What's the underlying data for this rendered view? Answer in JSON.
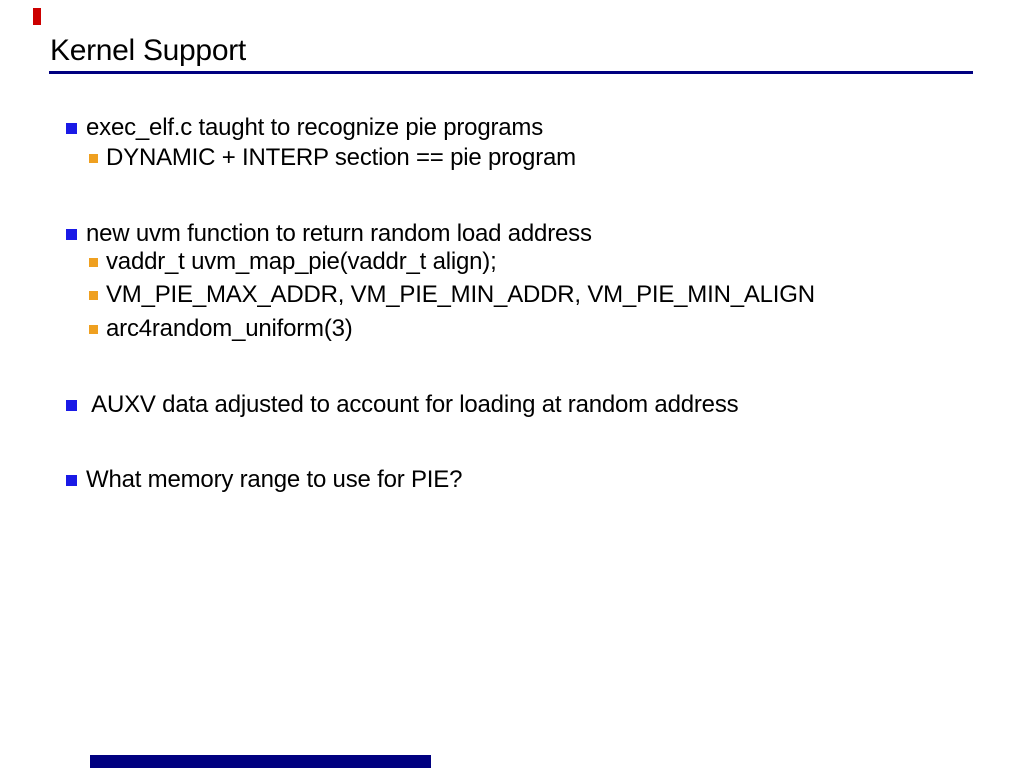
{
  "slide": {
    "title": "Kernel Support",
    "colors": {
      "accent": "#000080",
      "bullet1": "#1a1ae6",
      "bullet2": "#efa020",
      "marker": "#cc0000",
      "gauge": "#000080"
    }
  },
  "content": {
    "items": [
      {
        "level": 1,
        "text": "exec_elf.c taught to recognize pie programs"
      },
      {
        "level": 2,
        "text": "DYNAMIC + INTERP section == pie program"
      },
      {
        "level": 1,
        "text": "new uvm function to return random load address"
      },
      {
        "level": 2,
        "text": "vaddr_t uvm_map_pie(vaddr_t align);"
      },
      {
        "level": 2,
        "text": "VM_PIE_MAX_ADDR, VM_PIE_MIN_ADDR, VM_PIE_MIN_ALIGN"
      },
      {
        "level": 2,
        "text": "arc4random_uniform(3)"
      },
      {
        "level": 1,
        "text": " AUXV data adjusted to account for loading at random address"
      },
      {
        "level": 1,
        "text": "What memory range to use for PIE?"
      }
    ]
  }
}
